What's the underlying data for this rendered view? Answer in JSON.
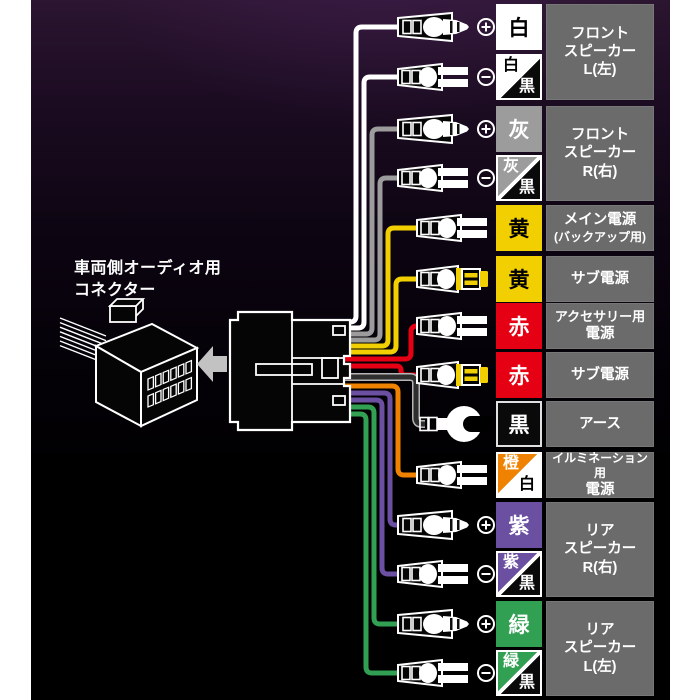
{
  "vehicle_connector": {
    "label_line1": "車両側オーディオ用",
    "label_line2": "コネクター"
  },
  "colors": {
    "white": "#ffffff",
    "gray": "#9c9c9c",
    "yellow": "#f2cf00",
    "red": "#e60014",
    "black": "#0a0a0a",
    "black_wire": "#2e2e2e",
    "orange": "#ef8200",
    "purple": "#6b4fa1",
    "green": "#31a052",
    "label_bg": "#6b6b6b",
    "outline": "#ffffff",
    "arrow": "#c2c2c2",
    "panel_top_glow": "#2b1530"
  },
  "rows": [
    {
      "n": 1,
      "wire": "white",
      "terminal": "bullet-male",
      "polarity": "+",
      "swatch": {
        "style": "solid",
        "char": "白",
        "bg": "white",
        "text": "#000000"
      }
    },
    {
      "n": 2,
      "wire": "white",
      "terminal": "spade-female",
      "polarity": "−",
      "swatch": {
        "style": "diagonal",
        "char1": "白",
        "c1": "white",
        "t1": "#000000",
        "char2": "黒",
        "c2": "black",
        "t2": "#ffffff"
      }
    },
    {
      "n": 3,
      "wire": "gray",
      "terminal": "bullet-male",
      "polarity": "+",
      "swatch": {
        "style": "solid",
        "char": "灰",
        "bg": "gray",
        "text": "#ffffff"
      }
    },
    {
      "n": 4,
      "wire": "gray",
      "terminal": "spade-female",
      "polarity": "−",
      "swatch": {
        "style": "diagonal",
        "char1": "灰",
        "c1": "gray",
        "t1": "#ffffff",
        "char2": "黒",
        "c2": "black",
        "t2": "#ffffff"
      }
    },
    {
      "n": 5,
      "wire": "yellow",
      "terminal": "spade-female",
      "polarity": "",
      "swatch": {
        "style": "solid",
        "char": "黄",
        "bg": "yellow",
        "text": "#000000"
      }
    },
    {
      "n": 6,
      "wire": "yellow",
      "terminal": "bullet-sleeved",
      "polarity": "",
      "swatch": {
        "style": "solid",
        "char": "黄",
        "bg": "yellow",
        "text": "#000000"
      }
    },
    {
      "n": 7,
      "wire": "red",
      "terminal": "spade-female",
      "polarity": "",
      "swatch": {
        "style": "solid",
        "char": "赤",
        "bg": "red",
        "text": "#ffffff"
      }
    },
    {
      "n": 8,
      "wire": "red",
      "terminal": "bullet-sleeved",
      "polarity": "",
      "swatch": {
        "style": "solid",
        "char": "赤",
        "bg": "red",
        "text": "#ffffff"
      }
    },
    {
      "n": 9,
      "wire": "black_wire",
      "terminal": "ground-fork",
      "polarity": "",
      "swatch": {
        "style": "solid",
        "char": "黒",
        "bg": "black",
        "text": "#ffffff",
        "border": "#e0e0e0"
      }
    },
    {
      "n": 10,
      "wire": "orange",
      "terminal": "spade-female",
      "polarity": "",
      "swatch": {
        "style": "diagonal",
        "char1": "橙",
        "c1": "orange",
        "t1": "#ffffff",
        "char2": "白",
        "c2": "white",
        "t2": "#000000"
      }
    },
    {
      "n": 11,
      "wire": "purple",
      "terminal": "bullet-male",
      "polarity": "+",
      "swatch": {
        "style": "solid",
        "char": "紫",
        "bg": "purple",
        "text": "#ffffff"
      }
    },
    {
      "n": 12,
      "wire": "purple",
      "terminal": "spade-female",
      "polarity": "−",
      "swatch": {
        "style": "diagonal",
        "char1": "紫",
        "c1": "purple",
        "t1": "#ffffff",
        "char2": "黒",
        "c2": "black",
        "t2": "#ffffff"
      }
    },
    {
      "n": 13,
      "wire": "green",
      "terminal": "bullet-male",
      "polarity": "+",
      "swatch": {
        "style": "solid",
        "char": "緑",
        "bg": "green",
        "text": "#ffffff"
      }
    },
    {
      "n": 14,
      "wire": "green",
      "terminal": "spade-female",
      "polarity": "−",
      "swatch": {
        "style": "diagonal",
        "char1": "緑",
        "c1": "green",
        "t1": "#ffffff",
        "char2": "黒",
        "c2": "black",
        "t2": "#ffffff"
      }
    }
  ],
  "groups": [
    {
      "rows": [
        1,
        2
      ],
      "lines": [
        "フロント",
        "スピーカー",
        "L(左)"
      ]
    },
    {
      "rows": [
        3,
        4
      ],
      "lines": [
        "フロント",
        "スピーカー",
        "R(右)"
      ]
    },
    {
      "rows": [
        5,
        5
      ],
      "lines": [
        "メイン電源",
        "(バックアップ用)"
      ]
    },
    {
      "rows": [
        6,
        6
      ],
      "lines": [
        "サブ電源"
      ]
    },
    {
      "rows": [
        7,
        7
      ],
      "lines": [
        "アクセサリー用",
        "電源"
      ]
    },
    {
      "rows": [
        8,
        8
      ],
      "lines": [
        "サブ電源"
      ]
    },
    {
      "rows": [
        9,
        9
      ],
      "lines": [
        "アース"
      ]
    },
    {
      "rows": [
        10,
        10
      ],
      "lines": [
        "イルミネーション用",
        "電源"
      ]
    },
    {
      "rows": [
        11,
        12
      ],
      "lines": [
        "リア",
        "スピーカー",
        "R(右)"
      ]
    },
    {
      "rows": [
        13,
        14
      ],
      "lines": [
        "リア",
        "スピーカー",
        "L(左)"
      ]
    }
  ]
}
